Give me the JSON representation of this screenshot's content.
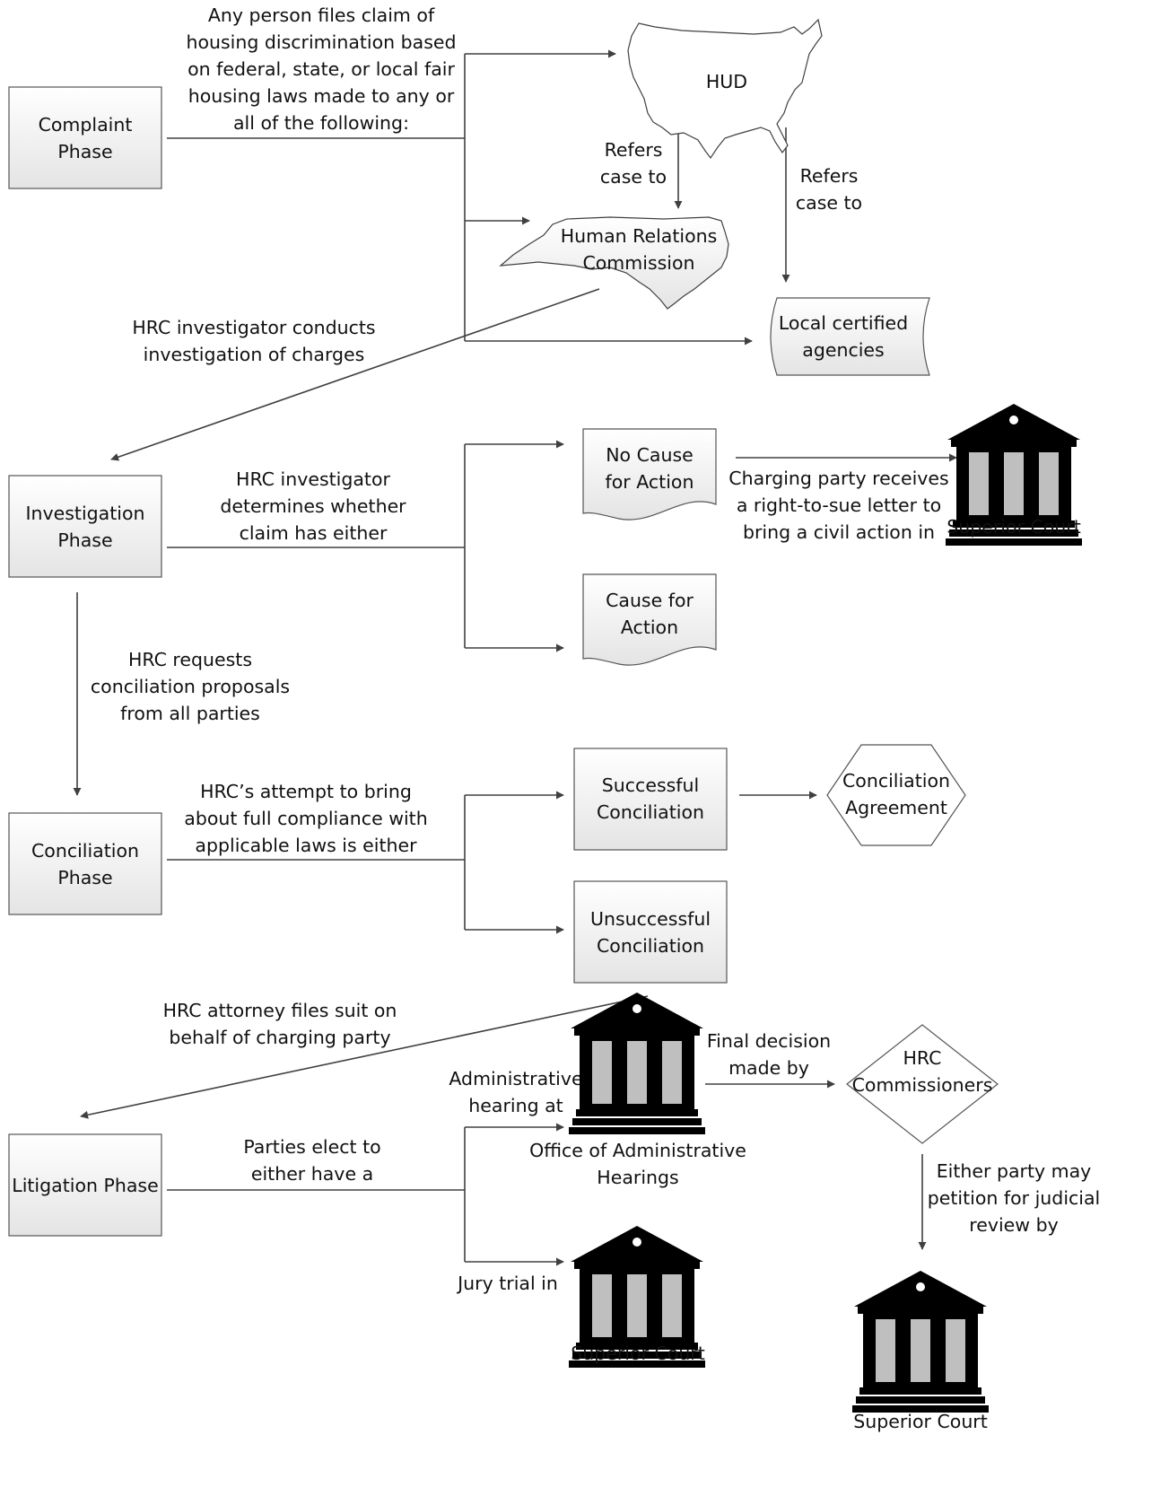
{
  "phases": {
    "complaint": [
      "Complaint",
      "Phase"
    ],
    "investigation": [
      "Investigation",
      "Phase"
    ],
    "conciliation": [
      "Conciliation",
      "Phase"
    ],
    "litigation": [
      "Litigation Phase"
    ]
  },
  "complaint": {
    "filing_text": [
      "Any person files claim of",
      "housing discrimination based",
      "on federal, state, or local fair",
      "housing laws made to any or",
      "all of the following:"
    ],
    "hud": "HUD",
    "hrc": [
      "Human Relations",
      "Commission"
    ],
    "refers_left": [
      "Refers",
      "case to"
    ],
    "refers_right": [
      "Refers",
      "case to"
    ],
    "local_agencies": [
      "Local certified",
      "agencies"
    ],
    "investigator_text": [
      "HRC investigator conducts",
      "investigation of charges"
    ]
  },
  "investigation": {
    "determines_text": [
      "HRC investigator",
      "determines whether",
      "claim has either"
    ],
    "no_cause": [
      "No Cause",
      "for Action"
    ],
    "cause": [
      "Cause for",
      "Action"
    ],
    "right_to_sue": [
      "Charging party receives",
      "a right-to-sue letter to",
      "bring a civil action in"
    ],
    "superior_court": "Superior Court",
    "requests_text": [
      "HRC requests",
      "conciliation proposals",
      "from all parties"
    ]
  },
  "conciliation": {
    "attempt_text": [
      "HRC’s attempt to bring",
      "about full compliance with",
      "applicable laws is either"
    ],
    "successful": [
      "Successful",
      "Conciliation"
    ],
    "unsuccessful": [
      "Unsuccessful",
      "Conciliation"
    ],
    "agreement": [
      "Conciliation",
      "Agreement"
    ]
  },
  "litigation": {
    "attorney_text": [
      "HRC attorney files suit on",
      "behalf of charging party"
    ],
    "elect_text": [
      "Parties elect to",
      "either have a"
    ],
    "admin_hearing": [
      "Administrative",
      "hearing at"
    ],
    "oah": [
      "Office of Administrative",
      "Hearings"
    ],
    "final_decision": [
      "Final decision",
      "made by"
    ],
    "commissioners": [
      "HRC",
      "Commissioners"
    ],
    "petition": [
      "Either party may",
      "petition for judicial",
      "review by"
    ],
    "jury_trial": "Jury trial in",
    "superior_court_jury": "Superior Court",
    "superior_court_review": "Superior Court"
  },
  "colors": {
    "box_fill_top": "#ffffff",
    "box_fill_bottom": "#e6e6e6",
    "line": "#404040",
    "court_column": "#bfbfbf"
  }
}
